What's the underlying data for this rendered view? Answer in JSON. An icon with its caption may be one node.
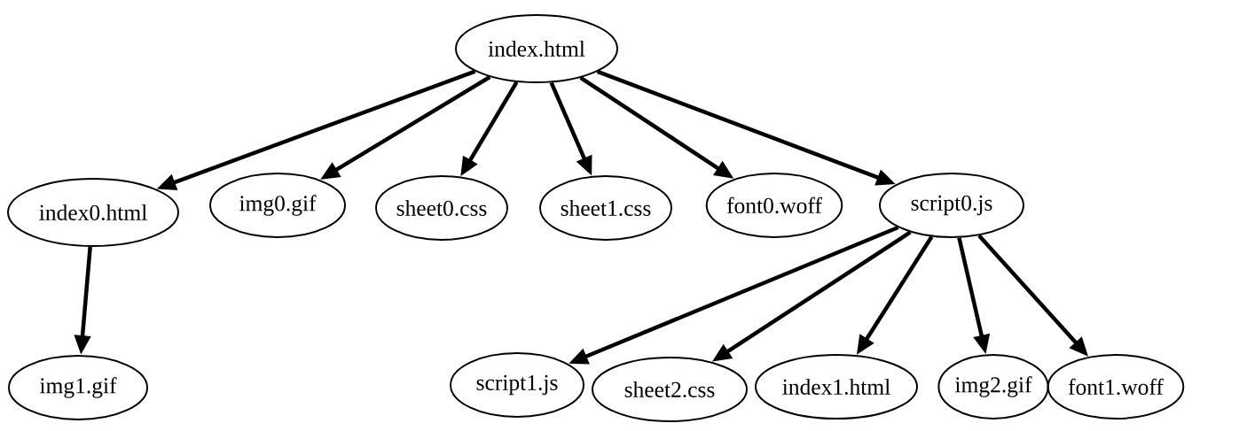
{
  "diagram": {
    "nodes": [
      {
        "text": [
          "index.html"
        ]
      },
      {
        "text": [
          "index0.html"
        ]
      },
      {
        "text": [
          "img0.gif"
        ]
      },
      {
        "text": [
          "sheet0.css"
        ]
      },
      {
        "text": [
          "sheet1.css"
        ]
      },
      {
        "text": [
          "font0.woff"
        ]
      },
      {
        "text": [
          "script0.js"
        ]
      },
      {
        "text": [
          "img1.gif"
        ]
      },
      {
        "text": [
          "script1.js"
        ]
      },
      {
        "text": [
          "sheet2.css"
        ]
      },
      {
        "text": [
          "index1.html"
        ]
      },
      {
        "text": [
          "img2.gif"
        ]
      },
      {
        "text": [
          "font1.woff"
        ]
      }
    ],
    "edges": [
      {
        "from": 0,
        "to": 1,
        "arrow": "to"
      },
      {
        "from": 0,
        "to": 2,
        "arrow": "to"
      },
      {
        "from": 0,
        "to": 3,
        "arrow": "to"
      },
      {
        "from": 0,
        "to": 4,
        "arrow": "to"
      },
      {
        "from": 0,
        "to": 5,
        "arrow": "to"
      },
      {
        "from": 0,
        "to": 6,
        "arrow": "to"
      },
      {
        "from": 1,
        "to": 7,
        "arrow": "to"
      },
      {
        "from": 6,
        "to": 8,
        "arrow": "to"
      },
      {
        "from": 6,
        "to": 9,
        "arrow": "to"
      },
      {
        "from": 6,
        "to": 10,
        "arrow": "to"
      },
      {
        "from": 6,
        "to": 11,
        "arrow": "to"
      },
      {
        "from": 6,
        "to": 12,
        "arrow": "to"
      }
    ]
  }
}
